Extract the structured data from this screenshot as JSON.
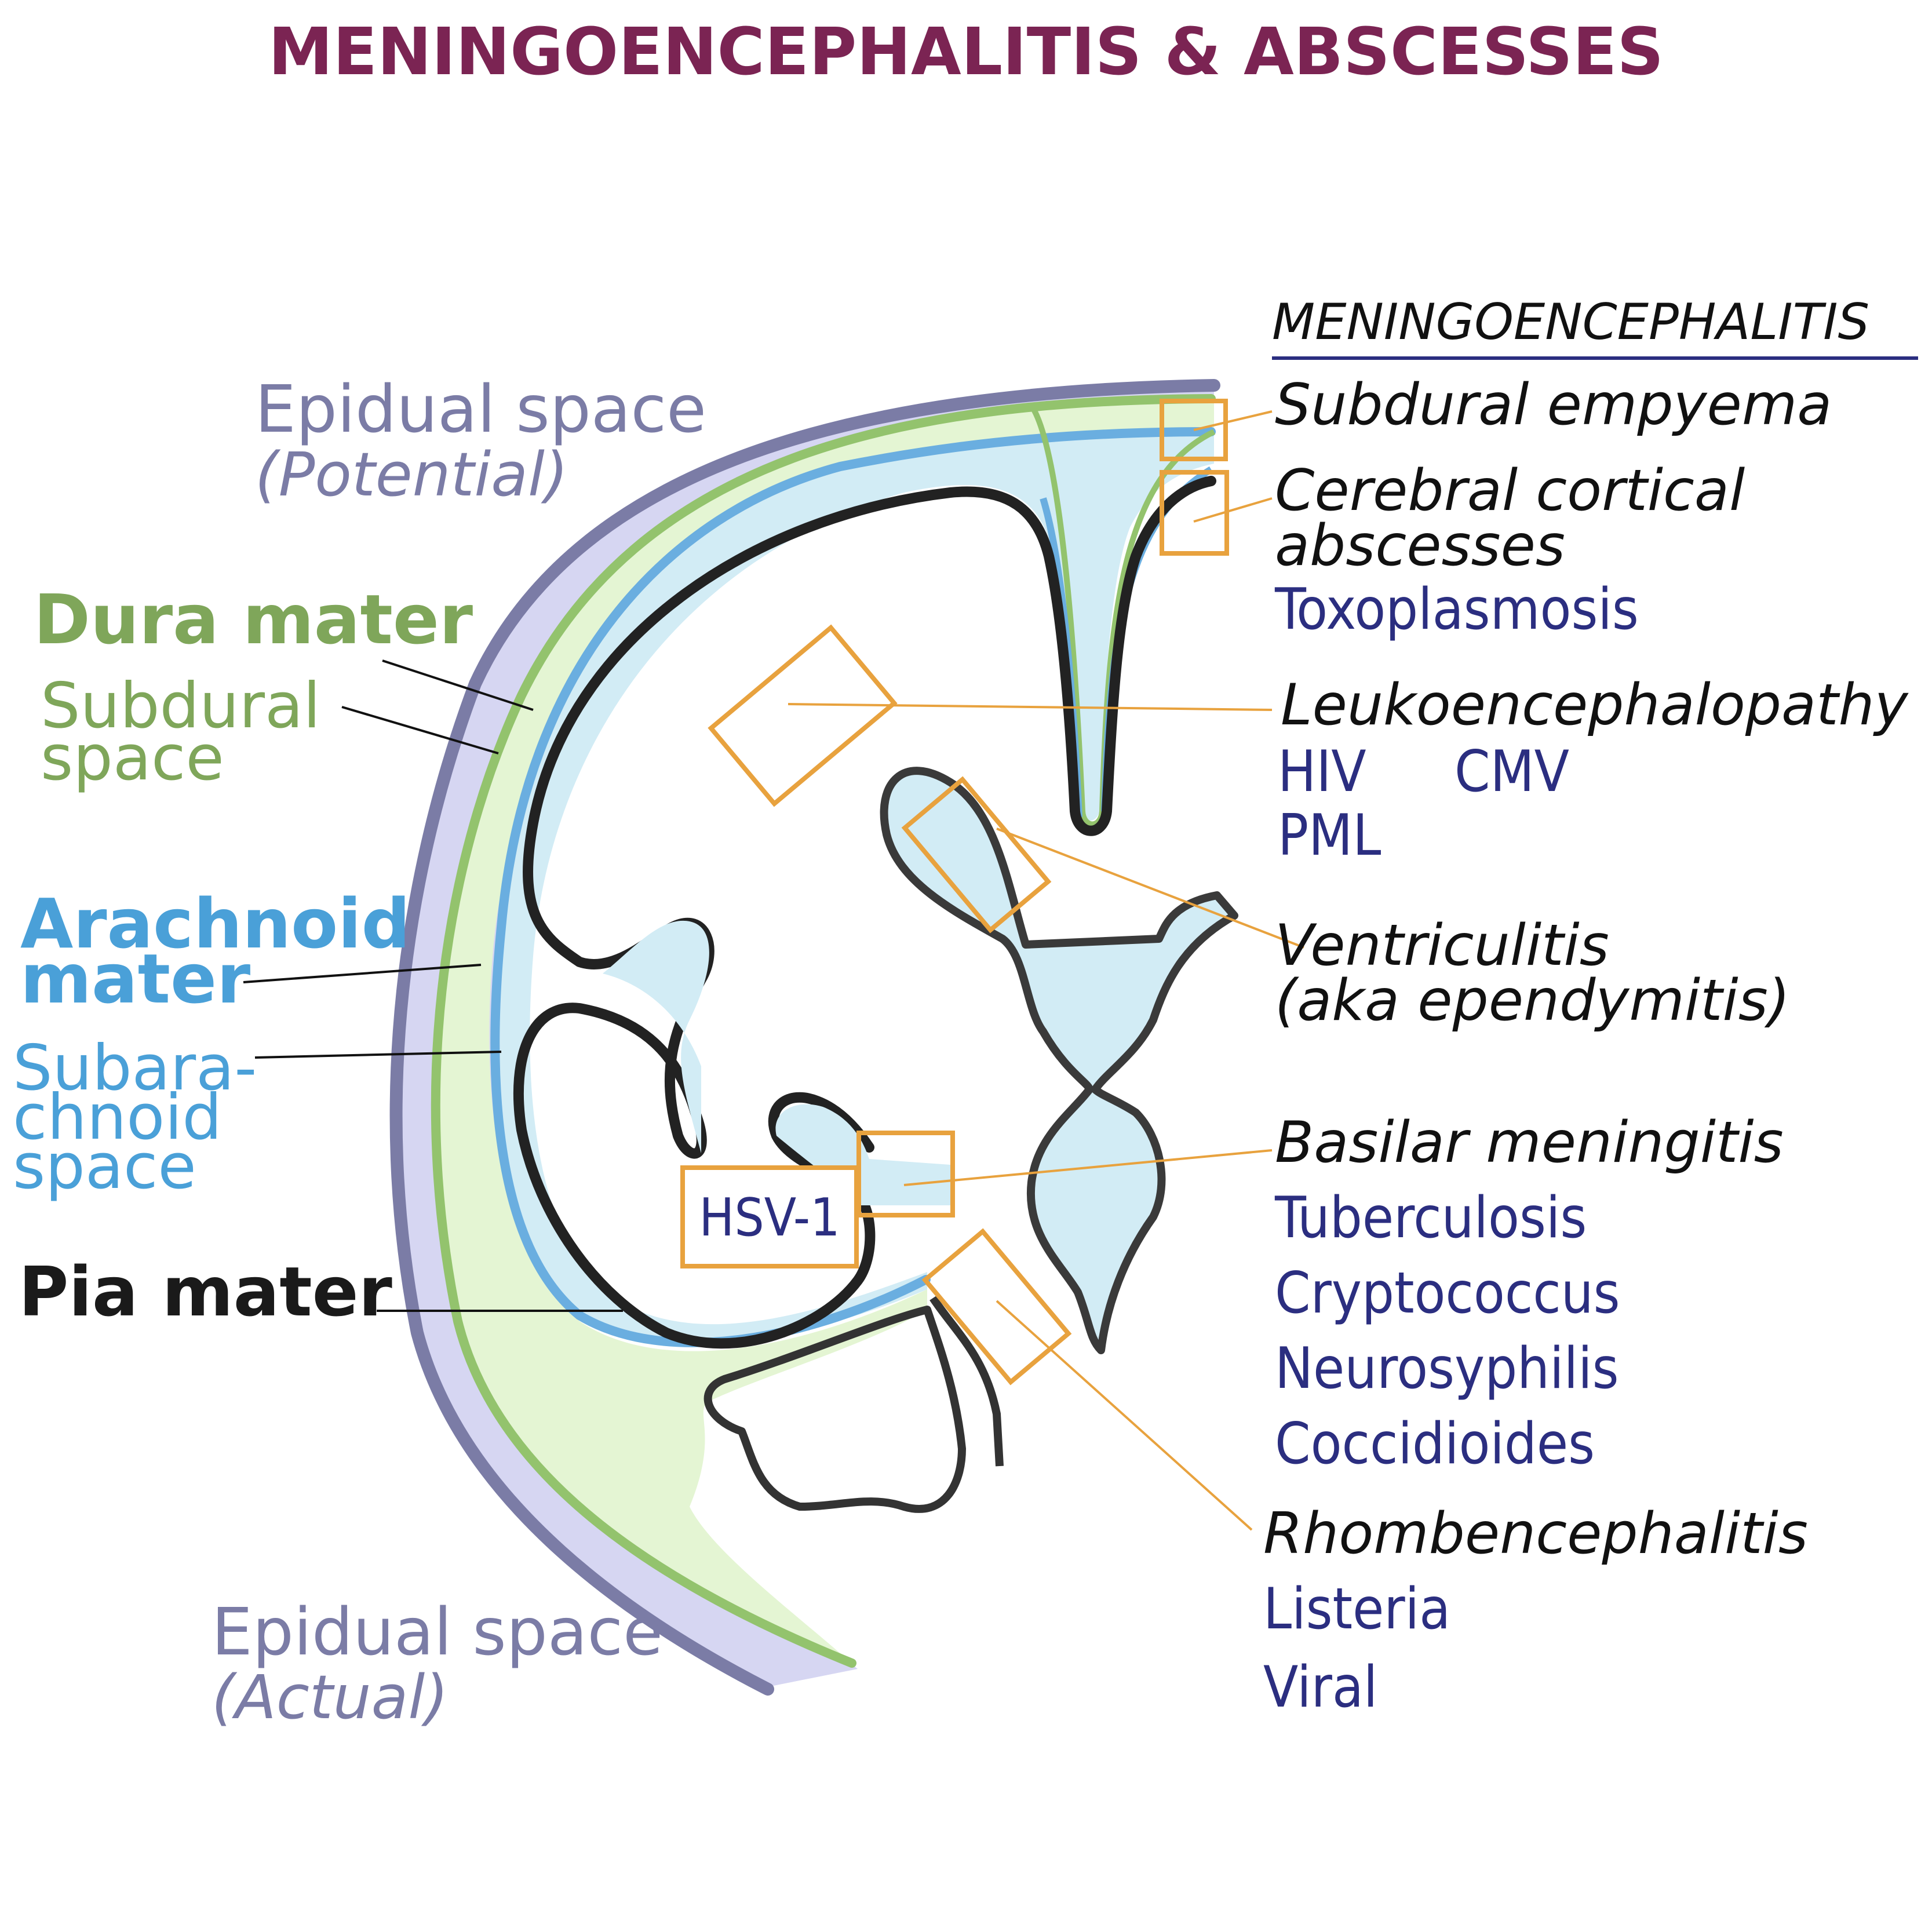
{
  "title": "MENINGOENCEPHALITIS & ABSCESSES",
  "colors": {
    "title": "#7b2453",
    "epidural": "#7b7ca6",
    "epidural_fill": "#d6d6f2",
    "dura": "#7fa65a",
    "dura_stroke": "#93c36d",
    "subdural_fill": "#e4f5d3",
    "arachnoid": "#4aa0d8",
    "arachnoid_stroke": "#6aaee0",
    "csf_fill": "#d2ecf5",
    "pia": "#222222",
    "orange": "#e8a23e",
    "organism": "#2b2e80",
    "heading_rule": "#2b2e80"
  },
  "left_labels": {
    "epidural_potential": "Epidual space",
    "epidural_potential_note": "(Potential)",
    "dura": "Dura mater",
    "subdural": [
      "Subdural",
      "space"
    ],
    "arachnoid": [
      "Arachnoid",
      "mater"
    ],
    "subarachnoid": [
      "Subara-",
      "chnoid",
      "space"
    ],
    "pia": "Pia mater",
    "epidural_actual": "Epidual space",
    "epidural_actual_note": "(Actual)"
  },
  "hsv_box": "HSV-1",
  "right_panel": {
    "heading": "MENINGOENCEPHALITIS",
    "subdural_empyema": "Subdural empyema",
    "cortical_abscess": [
      "Cerebral cortical",
      "abscesses"
    ],
    "cortical_organisms": [
      "Toxoplasmosis"
    ],
    "leuko": "Leukoencephalopathy",
    "leuko_organisms": [
      "HIV",
      "CMV",
      "PML"
    ],
    "ventriculitis": [
      "Ventriculitis",
      "(aka ependymitis)"
    ],
    "basilar": "Basilar meningitis",
    "basilar_organisms": [
      "Tuberculosis",
      "Cryptococcus",
      "Neurosyphilis",
      "Coccidioides"
    ],
    "rhombo": "Rhombencephalitis",
    "rhombo_organisms": [
      "Listeria",
      "Viral"
    ]
  }
}
